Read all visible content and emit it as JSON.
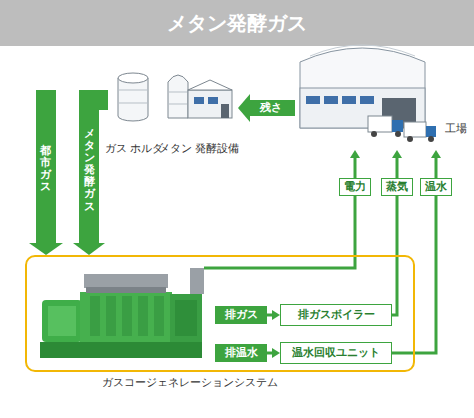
{
  "diagram": {
    "title": "メタン発酵ガス",
    "nodes": [
      {
        "text": [
          "ガス ホルダ"
        ]
      },
      {
        "text": [
          "メタン 発酵設備"
        ]
      },
      {
        "text": [
          "工場"
        ]
      },
      {
        "text": [
          "ガスコージェネレーションシステム"
        ]
      },
      {
        "text": [
          "排ガス"
        ],
        "in": 3
      },
      {
        "text": [
          "排ガスボイラー"
        ],
        "in": 3
      },
      {
        "text": [
          "排温水"
        ],
        "in": 3
      },
      {
        "text": [
          "温水回収ユニット"
        ],
        "in": 3
      }
    ],
    "edges": [
      {
        "from": 2,
        "to": 1,
        "label": "残さ",
        "arrow": "to"
      },
      {
        "from": 0,
        "to": 3,
        "label": "メタン発酵ガス",
        "arrow": "to"
      },
      {
        "from": 3,
        "to": 2,
        "label": "電力",
        "arrow": "to"
      },
      {
        "from": 5,
        "to": 2,
        "label": "蒸気",
        "arrow": "to"
      },
      {
        "from": 7,
        "to": 2,
        "label": "温水",
        "arrow": "to"
      },
      {
        "from": 4,
        "to": 5,
        "arrow": "to"
      },
      {
        "from": 6,
        "to": 7,
        "arrow": "to"
      }
    ],
    "labels": [
      "都市ガス"
    ]
  }
}
